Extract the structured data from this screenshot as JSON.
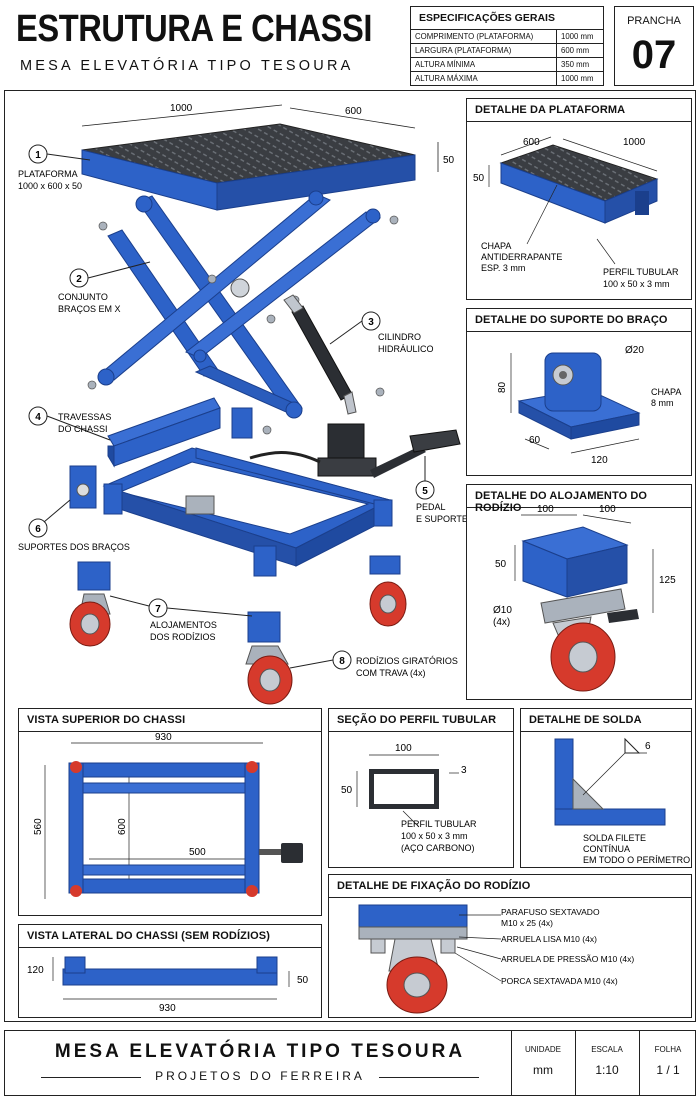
{
  "header": {
    "title": "ESTRUTURA E CHASSI",
    "subtitle": "MESA ELEVATÓRIA TIPO TESOURA",
    "spec_title": "ESPECIFICAÇÕES GERAIS",
    "specs": [
      {
        "label": "COMPRIMENTO (PLATAFORMA)",
        "value": "1000 mm"
      },
      {
        "label": "LARGURA (PLATAFORMA)",
        "value": "600 mm"
      },
      {
        "label": "ALTURA MÍNIMA",
        "value": "350 mm"
      },
      {
        "label": "ALTURA MÁXIMA",
        "value": "1000 mm"
      }
    ],
    "sheet_label": "PRANCHA",
    "sheet_number": "07"
  },
  "main_view": {
    "dims": {
      "length": "1000",
      "width": "600",
      "thickness": "50"
    },
    "callouts": [
      {
        "num": "1",
        "text": "PLATAFORMA",
        "sub": "1000 x 600 x 50"
      },
      {
        "num": "2",
        "text": "CONJUNTO",
        "sub": "BRAÇOS EM X"
      },
      {
        "num": "3",
        "text": "CILINDRO",
        "sub": "HIDRÁULICO"
      },
      {
        "num": "4",
        "text": "TRAVESSAS",
        "sub": "DO CHASSI"
      },
      {
        "num": "5",
        "text": "PEDAL",
        "sub": "E SUPORTE"
      },
      {
        "num": "6",
        "text": "SUPORTES DOS BRAÇOS",
        "sub": ""
      },
      {
        "num": "7",
        "text": "ALOJAMENTOS",
        "sub": "DOS RODÍZIOS"
      },
      {
        "num": "8",
        "text": "RODÍZIOS GIRATÓRIOS",
        "sub": "COM TRAVA (4x)"
      }
    ]
  },
  "detail_platform": {
    "title": "DETALHE DA PLATAFORMA",
    "dim_w": "600",
    "dim_l": "1000",
    "dim_h": "50",
    "plate": "CHAPA",
    "plate2": "ANTIDERRAPANTE",
    "plate3": "ESP. 3 mm",
    "profile": "PERFIL TUBULAR",
    "profile2": "100 x 50 x 3 mm"
  },
  "detail_support": {
    "title": "DETALHE DO SUPORTE DO BRAÇO",
    "dim_h": "80",
    "dim_hole": "Ø20",
    "plate": "CHAPA",
    "plate2": "8 mm",
    "dim_d": "60",
    "dim_w": "120"
  },
  "detail_housing": {
    "title": "DETALHE DO ALOJAMENTO DO RODÍZIO",
    "dim_a": "100",
    "dim_b": "100",
    "dim_side": "50",
    "dim_h": "125",
    "hole": "Ø10",
    "hole2": "(4x)"
  },
  "top_view": {
    "title": "VISTA SUPERIOR DO CHASSI",
    "dim_overall": "930",
    "dim_left": "560",
    "dim_inner": "600",
    "dim_500": "500"
  },
  "section_profile": {
    "title": "SEÇÃO DO PERFIL TUBULAR",
    "dim_w": "100",
    "dim_h": "50",
    "dim_t": "3",
    "label": "PERFIL TUBULAR",
    "label2": "100 x 50 x 3 mm",
    "label3": "(AÇO CARBONO)"
  },
  "weld_detail": {
    "title": "DETALHE DE SOLDA",
    "size": "6",
    "label": "SOLDA FILETE",
    "label2": "CONTÍNUA",
    "label3": "EM TODO O PERÍMETRO"
  },
  "side_view": {
    "title": "VISTA LATERAL DO CHASSI (SEM RODÍZIOS)",
    "dim_h": "120",
    "dim_len": "930",
    "dim_t": "50"
  },
  "caster_fix": {
    "title": "DETALHE DE FIXAÇÃO DO RODÍZIO",
    "items": [
      "PARAFUSO SEXTAVADO",
      "M10 x 25 (4x)",
      "ARRUELA LISA M10 (4x)",
      "ARRUELA DE PRESSÃO M10 (4x)",
      "PORCA SEXTAVADA M10 (4x)"
    ]
  },
  "footer": {
    "title": "MESA ELEVATÓRIA TIPO TESOURA",
    "subtitle": "PROJETOS DO FERREIRA",
    "unit_label": "UNIDADE",
    "unit_value": "mm",
    "scale_label": "ESCALA",
    "scale_value": "1:10",
    "sheet_label": "FOLHA",
    "sheet_value": "1 / 1"
  },
  "colors": {
    "blue": "#2d62c8",
    "blue_dark": "#1b3f8c",
    "red": "#d63a2c",
    "steel": "#9aa3ad"
  }
}
